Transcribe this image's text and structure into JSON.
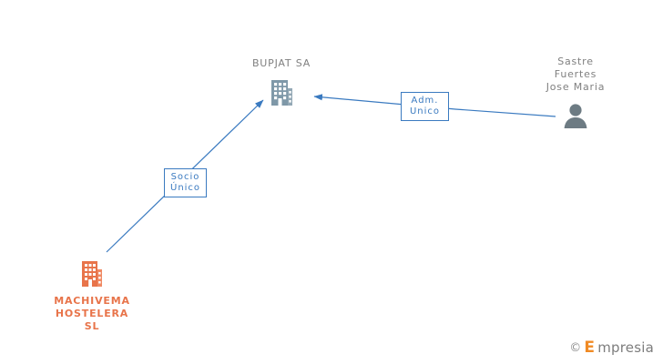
{
  "diagram": {
    "title": "",
    "colors": {
      "edge": "#3a7ac0",
      "company_icon": "#e8744a",
      "company_icon_gray": "#7f98a8",
      "person_icon": "#6d7b83",
      "label_gray": "#808080"
    },
    "nodes": [
      {
        "id": "bupjat",
        "label": "BUPJAT SA",
        "icon": "building-icon",
        "icon_color": "gray",
        "label_color": "gray"
      },
      {
        "id": "sastre",
        "label": "Sastre\nFuertes\nJose Maria",
        "icon": "person-icon",
        "icon_color": "gray",
        "label_color": "gray"
      },
      {
        "id": "machivema",
        "label": "MACHIVEMA\nHOSTELERA\nSL",
        "icon": "building-icon",
        "icon_color": "orange",
        "label_color": "orange"
      }
    ],
    "edges": [
      {
        "id": "edge-adm-unico",
        "label": "Adm.\nUnico",
        "from": "sastre",
        "to": "bupjat"
      },
      {
        "id": "edge-socio-unico",
        "label": "Socio\nÚnico",
        "from": "machivema",
        "to": "bupjat"
      }
    ]
  },
  "watermark": {
    "copyright": "©",
    "brand_initial": "E",
    "brand_rest": "mpresia"
  }
}
